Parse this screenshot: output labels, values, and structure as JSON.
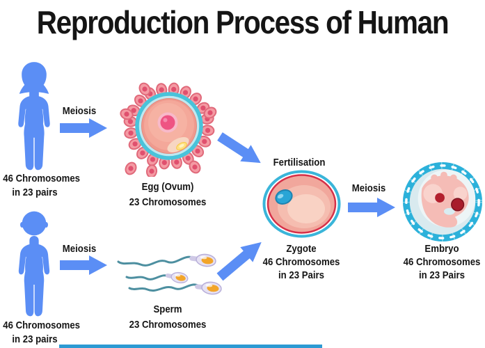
{
  "title": "Reproduction Process of Human",
  "labels": {
    "meiosis_top": "Meiosis",
    "meiosis_bottom": "Meiosis",
    "meiosis_right": "Meiosis",
    "fertilisation": "Fertilisation"
  },
  "female": {
    "line1": "46 Chromosomes",
    "line2": "in 23 pairs"
  },
  "male": {
    "line1": "46 Chromosomes",
    "line2": "in 23 pairs"
  },
  "egg": {
    "name": "Egg (Ovum)",
    "line2": "23 Chromosomes"
  },
  "sperm": {
    "name": "Sperm",
    "line2": "23 Chromosomes"
  },
  "zygote": {
    "name": "Zygote",
    "line2": "46 Chromosomes",
    "line3": "in 23 Pairs"
  },
  "embryo": {
    "name": "Embryo",
    "line2": "46 Chromosomes",
    "line3": "in 23 Pairs"
  },
  "colors": {
    "figure_blue": "#5b8ef5",
    "arrow_blue": "#5b8ef5",
    "bottom_bar": "#2d9ad3",
    "cell_teal": "#49c3da",
    "zygote_red_ring": "#d63048",
    "embryo_ring_blue": "#2cb1da"
  }
}
